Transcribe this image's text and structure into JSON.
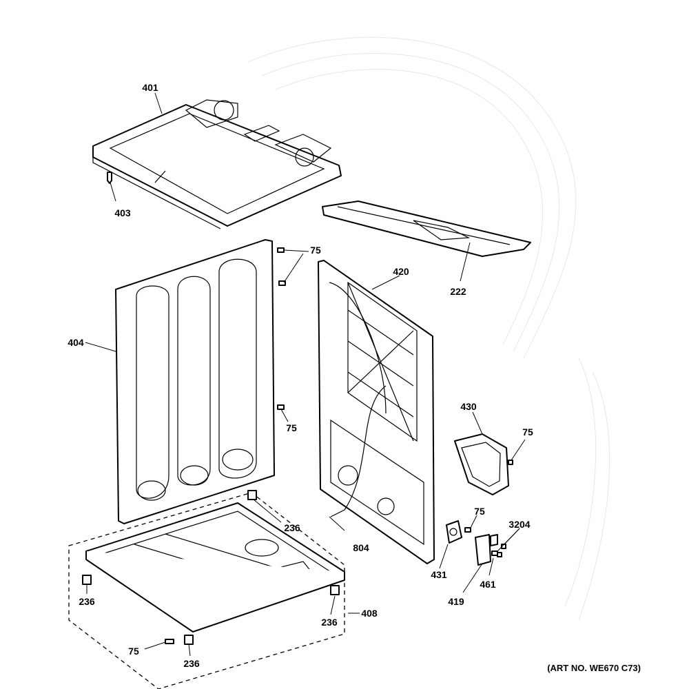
{
  "diagram": {
    "labels": {
      "p401": "401",
      "p403": "403",
      "p75_a": "75",
      "p420": "420",
      "p222": "222",
      "p404": "404",
      "p75_b": "75",
      "p430": "430",
      "p75_c": "75",
      "p236_a": "236",
      "p75_d": "75",
      "p3204": "3204",
      "p804": "804",
      "p431": "431",
      "p461": "461",
      "p419": "419",
      "p236_b": "236",
      "p408": "408",
      "p236_c": "236",
      "p75_e": "75",
      "p236_d": "236"
    },
    "art_number": "(ART NO. WE670 C73)"
  }
}
